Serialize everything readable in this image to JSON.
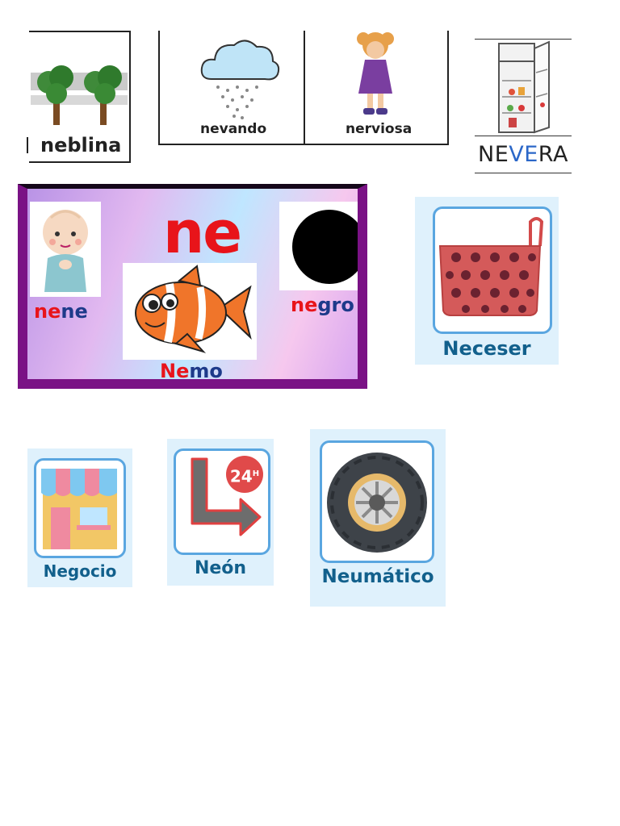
{
  "cards": {
    "neblina": {
      "label": "neblina"
    },
    "nevando": {
      "label": "nevando"
    },
    "nerviosa": {
      "label": "nerviosa"
    },
    "nevera": {
      "prefix": "NE",
      "middle": "VE",
      "suffix": "RA"
    }
  },
  "banner": {
    "syllable": "ne",
    "nene": {
      "a": "ne",
      "b": "ne"
    },
    "negro": {
      "a": "ne",
      "b": "gro"
    },
    "nemo": {
      "a": "Ne",
      "b": "mo"
    }
  },
  "tiles": {
    "neceser": "Neceser",
    "negocio": "Negocio",
    "neon": "Neón",
    "neon_badge": "24",
    "neon_badge_sup": "H",
    "neumatico": "Neumático"
  },
  "colors": {
    "red": "#e8141a",
    "navy": "#1d3a8a",
    "teal_text": "#12608c",
    "banner_border": "#7a1285",
    "tile_bg": "#dff1fc"
  }
}
